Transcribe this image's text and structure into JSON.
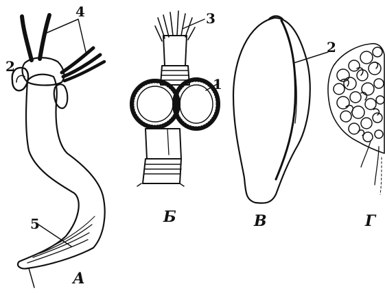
{
  "figure": {
    "panels": [
      {
        "id": "A",
        "label": "А"
      },
      {
        "id": "B",
        "label": "Б"
      },
      {
        "id": "V",
        "label": "В"
      },
      {
        "id": "G",
        "label": "Г"
      }
    ],
    "callouts": {
      "a_2": "2",
      "a_4": "4",
      "a_5": "5",
      "b_3": "3",
      "b_1": "1",
      "v_2": "2"
    }
  }
}
